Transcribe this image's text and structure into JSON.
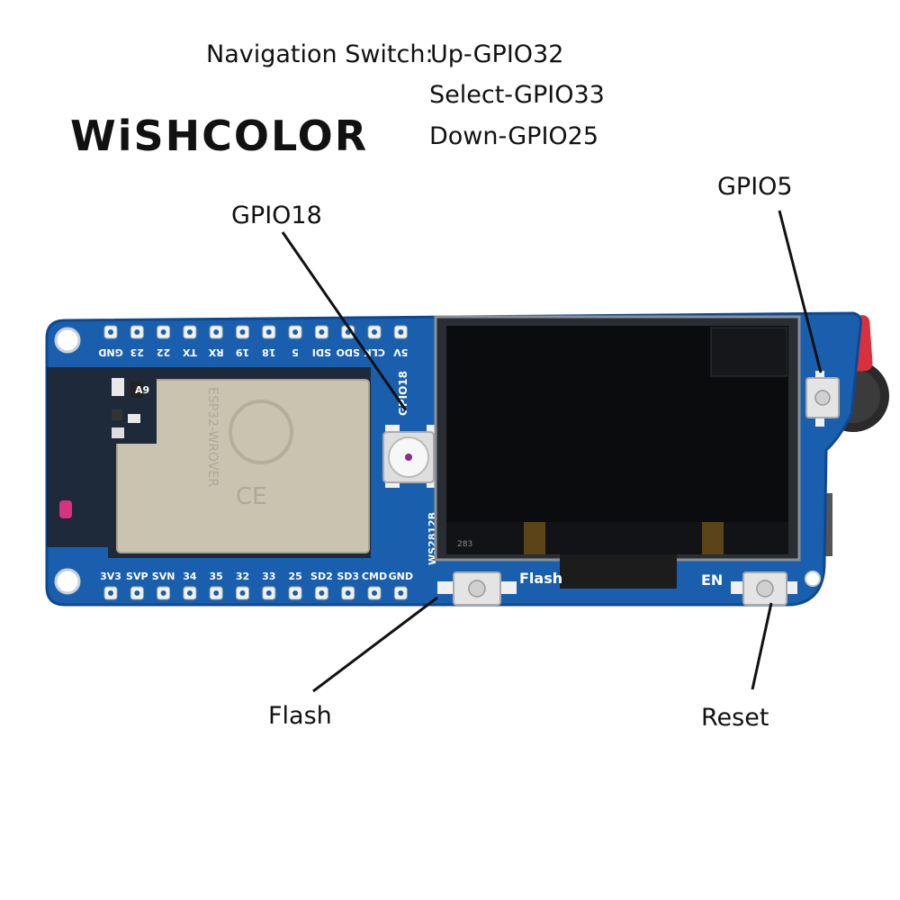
{
  "brand": {
    "logo_text": "WiSHCOLOR"
  },
  "navigation_switch": {
    "label": "Navigation Switch:",
    "up": "Up-GPIO32",
    "select": "Select-GPIO33",
    "down": "Down-GPIO25"
  },
  "callouts": {
    "gpio18": "GPIO18",
    "gpio5": "GPIO5",
    "flash": "Flash",
    "reset": "Reset"
  },
  "board": {
    "top_pins": [
      "GND",
      "23",
      "22",
      "TX",
      "RX",
      "19",
      "18",
      "5",
      "SDI",
      "SDO",
      "CLK",
      "5V"
    ],
    "bottom_pins": [
      "3V3",
      "SVP",
      "SVN",
      "34",
      "35",
      "32",
      "33",
      "25",
      "SD2",
      "SD3",
      "CMD",
      "GND"
    ],
    "silk_gpio18": "GPIO18",
    "silk_ws2812b": "WS2812B",
    "silk_flash": "Flash",
    "silk_en": "EN",
    "module_text": "ESP32-WROVER",
    "oled_small_text": "283",
    "chip_marking": "A9"
  },
  "colors": {
    "pcb": "#1a5fae",
    "pcb_edge": "#0f4890",
    "module": "#c9c3b0",
    "oled": "#0b0c0e",
    "led_tape": "#d8303c"
  }
}
